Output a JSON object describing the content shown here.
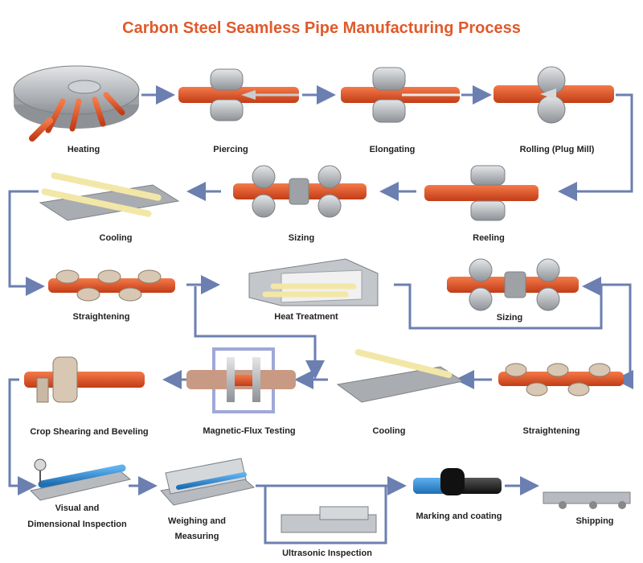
{
  "title": "Carbon Steel Seamless Pipe Manufacturing Process",
  "colors": {
    "title": "#e05a2b",
    "pipe_hot": "#e8562a",
    "pipe_cool_blue": "#2f8fd8",
    "pipe_cool_cream": "#f3e7a8",
    "pipe_black": "#1a1a1a",
    "machine": "#b9bcc0",
    "arrow": "#6b7fb0"
  },
  "steps": {
    "heating": "Heating",
    "piercing": "Piercing",
    "elongating": "Elongating",
    "rolling": "Rolling (Plug Mill)",
    "cooling_1": "Cooling",
    "sizing_1": "Sizing",
    "reeling": "Reeling",
    "straightening_1": "Straightening",
    "heat_treatment": "Heat Treatment",
    "sizing_2": "Sizing",
    "crop_shearing": "Crop Shearing and Beveling",
    "magnetic_flux": "Magnetic-Flux Testing",
    "cooling_2": "Cooling",
    "straightening_2": "Straightening",
    "visual_line1": "Visual and",
    "visual_line2": "Dimensional Inspection",
    "weighing_line1": "Weighing and",
    "weighing_line2": "Measuring",
    "ultrasonic": "Ultrasonic Inspection",
    "marking": "Marking and coating",
    "shipping": "Shipping"
  }
}
